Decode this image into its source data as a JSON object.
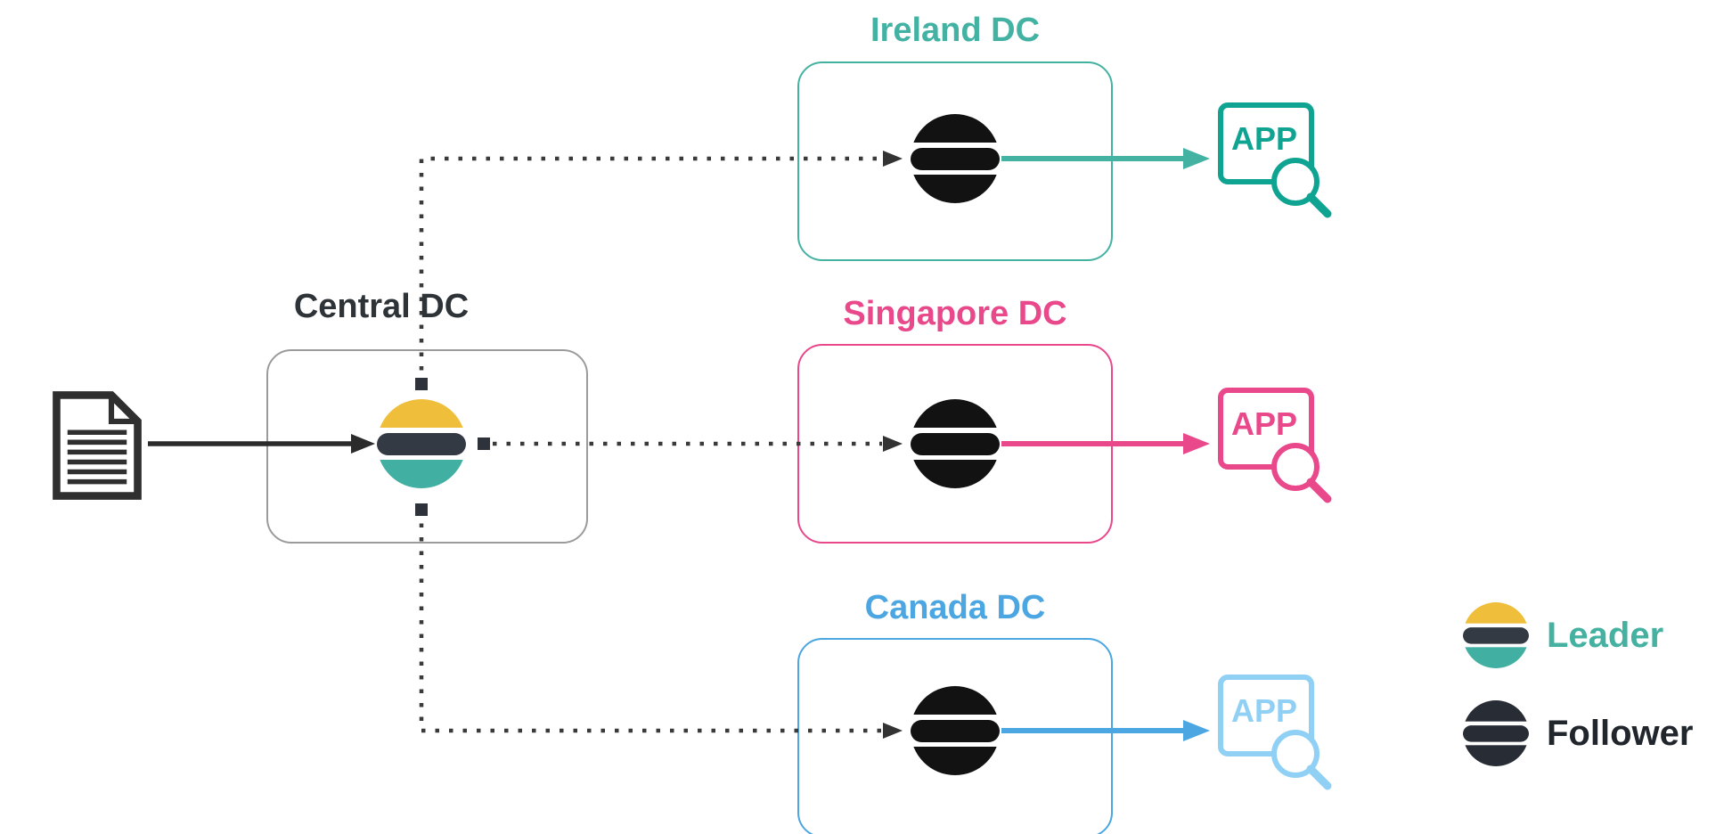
{
  "central": {
    "label": "Central DC"
  },
  "datacenters": [
    {
      "name": "ireland",
      "label": "Ireland DC",
      "app_label": "APP",
      "accent_color": "#44B2A2",
      "app_color": "#0FA492"
    },
    {
      "name": "singapore",
      "label": "Singapore DC",
      "app_label": "APP",
      "accent_color": "#E9488B",
      "app_color": "#E9488B"
    },
    {
      "name": "canada",
      "label": "Canada DC",
      "app_label": "APP",
      "accent_color": "#4BA6E1",
      "app_color": "#8FD0F4"
    }
  ],
  "legend": {
    "items": [
      {
        "label": "Leader",
        "icon": "elasticsearch-leader-icon",
        "text_color": "#45B1A1"
      },
      {
        "label": "Follower",
        "icon": "elasticsearch-follower-icon",
        "text_color": "#21252C"
      }
    ]
  },
  "colors": {
    "leader_top": "#EFBF3C",
    "leader_middle": "#343A43",
    "leader_bottom": "#41B0A3",
    "follower_logo": "#121212",
    "legend_follower_logo": "#272C35",
    "central_label": "#2E3338",
    "connector_dark": "#3A3A3A",
    "ingest_arrow": "#2B2B2B",
    "central_box_border": "#9B9B9B",
    "background": "#FFFFFF"
  }
}
